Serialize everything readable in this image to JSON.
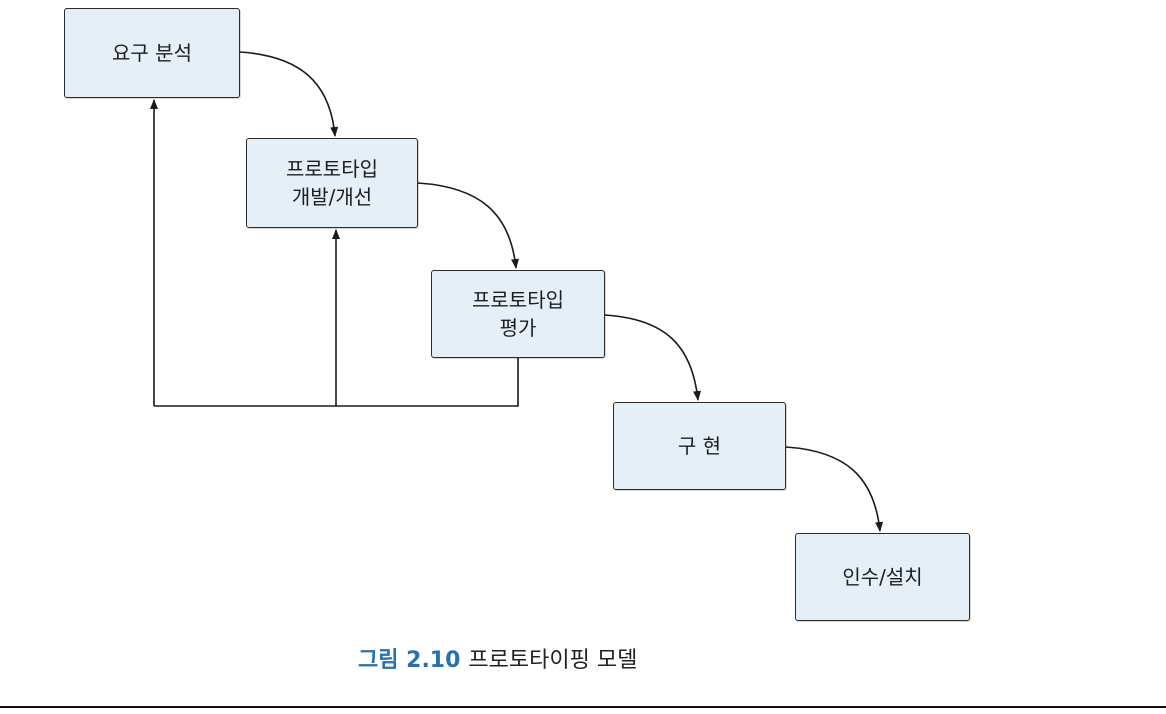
{
  "nodes": [
    {
      "id": "requirements",
      "lines": [
        "요구 분석"
      ]
    },
    {
      "id": "prototype_build",
      "lines": [
        "프로토타입",
        "개발/개선"
      ]
    },
    {
      "id": "prototype_eval",
      "lines": [
        "프로토타입",
        "평가"
      ]
    },
    {
      "id": "implementation",
      "lines": [
        "구 현"
      ]
    },
    {
      "id": "acceptance",
      "lines": [
        "인수/설치"
      ]
    }
  ],
  "caption": {
    "figure_number": "그림 2.10",
    "text": "프로토타이핑 모델"
  },
  "colors": {
    "box_fill": "#e5eff8",
    "line": "#1a1a1a",
    "caption_accent": "#2a6fb0"
  }
}
